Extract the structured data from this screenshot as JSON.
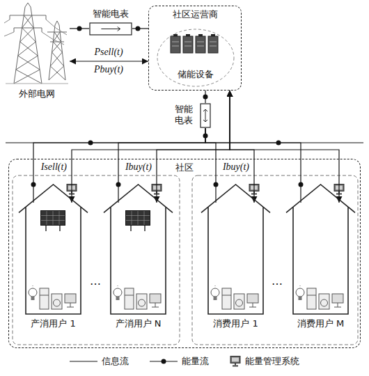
{
  "diagram": {
    "nodes": [
      {
        "text": [
          "外部电网"
        ]
      },
      {
        "text": [
          "智能电表"
        ]
      },
      {
        "text": [
          "社区运营商"
        ]
      },
      {
        "text": [
          "储能设备"
        ],
        "in": 2
      },
      {
        "text": [
          "智能电表"
        ]
      },
      {
        "text": [
          "社区"
        ]
      },
      {
        "text": [
          "产消用户 1"
        ],
        "in": 5
      },
      {
        "text": [
          "产消用户 N"
        ],
        "in": 5
      },
      {
        "text": [
          "消费用户 1"
        ],
        "in": 5
      },
      {
        "text": [
          "消费用户 M"
        ],
        "in": 5
      }
    ],
    "edges": [
      {
        "from": 0,
        "to": 1,
        "arrow": "none"
      },
      {
        "from": 1,
        "to": 2,
        "arrow": "none"
      },
      {
        "from": 0,
        "to": 2,
        "arrow": "both",
        "label": "Psell(t)"
      },
      {
        "from": 2,
        "to": 4,
        "arrow": "none"
      },
      {
        "from": 4,
        "to": 6,
        "arrow": "none"
      },
      {
        "from": 4,
        "to": 7,
        "arrow": "none"
      },
      {
        "from": 4,
        "to": 8,
        "arrow": "none"
      },
      {
        "from": 4,
        "to": 9,
        "arrow": "none"
      },
      {
        "from": 2,
        "to": 6,
        "arrow": "both",
        "label": "Isell(t)"
      },
      {
        "from": 2,
        "to": 7,
        "arrow": "both"
      },
      {
        "from": 2,
        "to": 8,
        "arrow": "both"
      },
      {
        "from": 2,
        "to": 9,
        "arrow": "both"
      }
    ],
    "labels": [
      "Pbuy(t)",
      "Ibuy(t)",
      "Ibuy(t)",
      "…",
      "…"
    ],
    "legend": [
      {
        "text": "信息流"
      },
      {
        "text": "能量流"
      },
      {
        "text": "能量管理系统"
      }
    ]
  }
}
